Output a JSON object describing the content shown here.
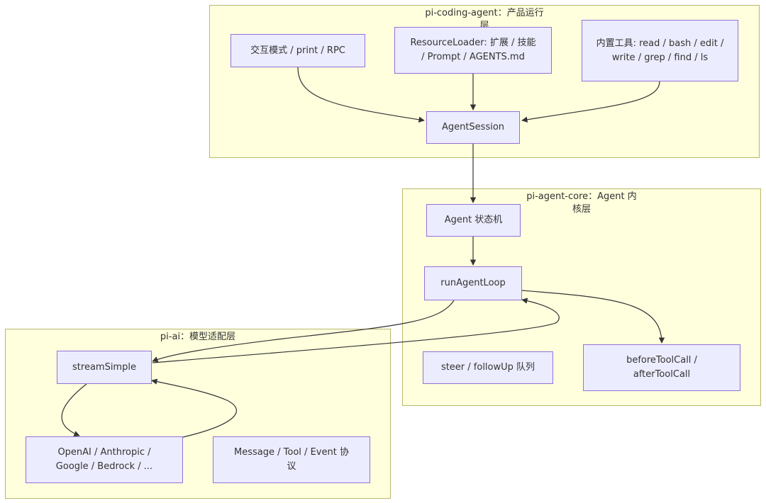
{
  "clusters": {
    "coding": {
      "label": "pi-coding-agent：产品运行层"
    },
    "core": {
      "label": "pi-agent-core：Agent 内核层"
    },
    "ai": {
      "label": "pi-ai：模型适配层"
    }
  },
  "nodes": {
    "interaction": "交互模式 / print / RPC",
    "resource_loader": "ResourceLoader: 扩展 / 技能 / Prompt / AGENTS.md",
    "builtin_tools": "内置工具: read / bash / edit / write / grep / find / ls",
    "agent_session": "AgentSession",
    "agent_state": "Agent 状态机",
    "run_loop": "runAgentLoop",
    "steer": "steer / followUp 队列",
    "hooks": "beforeToolCall / afterToolCall",
    "stream_simple": "streamSimple",
    "providers": "OpenAI / Anthropic / Google / Bedrock / ...",
    "protocol": "Message / Tool / Event 协议"
  },
  "colors": {
    "cluster_fill": "#ffffde",
    "cluster_border": "#b8b86a",
    "node_fill": "#ececff",
    "node_border": "#9370db",
    "edge": "#333333"
  }
}
